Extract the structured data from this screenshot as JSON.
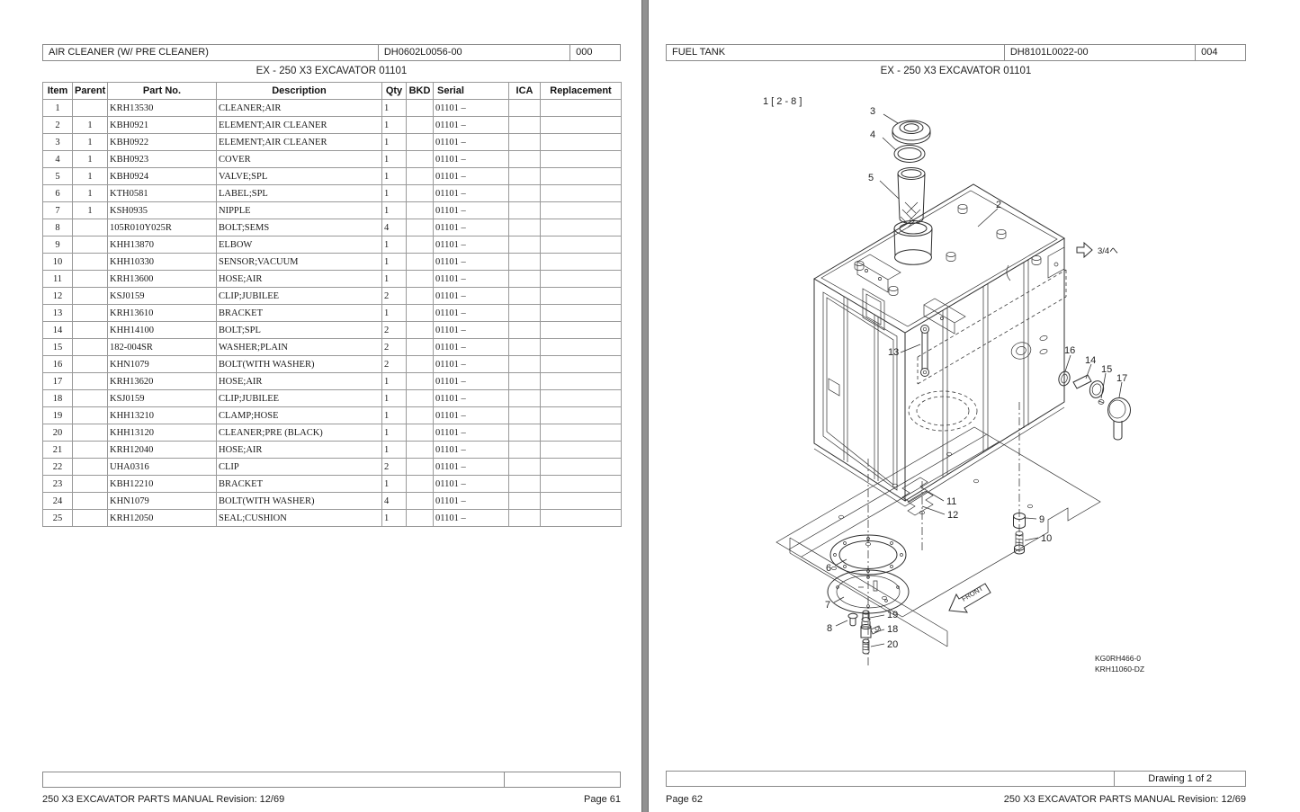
{
  "left_page": {
    "header": {
      "title": "AIR CLEANER (W/ PRE CLEANER)",
      "part_no": "DH0602L0056-00",
      "code": "000"
    },
    "subtitle": "EX - 250 X3 EXCAVATOR 01101",
    "table": {
      "columns": [
        "Item",
        "Parent",
        "Part No.",
        "Description",
        "Qty",
        "BKD",
        "Serial",
        "ICA",
        "Replacement"
      ],
      "rows": [
        [
          "1",
          "",
          "KRH13530",
          "CLEANER;AIR",
          "1",
          "",
          "01101 –",
          "",
          ""
        ],
        [
          "2",
          "1",
          "KBH0921",
          "ELEMENT;AIR CLEANER",
          "1",
          "",
          "01101 –",
          "",
          ""
        ],
        [
          "3",
          "1",
          "KBH0922",
          "ELEMENT;AIR CLEANER",
          "1",
          "",
          "01101 –",
          "",
          ""
        ],
        [
          "4",
          "1",
          "KBH0923",
          "COVER",
          "1",
          "",
          "01101 –",
          "",
          ""
        ],
        [
          "5",
          "1",
          "KBH0924",
          "VALVE;SPL",
          "1",
          "",
          "01101 –",
          "",
          ""
        ],
        [
          "6",
          "1",
          "KTH0581",
          "LABEL;SPL",
          "1",
          "",
          "01101 –",
          "",
          ""
        ],
        [
          "7",
          "1",
          "KSH0935",
          "NIPPLE",
          "1",
          "",
          "01101 –",
          "",
          ""
        ],
        [
          "8",
          "",
          "105R010Y025R",
          "BOLT;SEMS",
          "4",
          "",
          "01101 –",
          "",
          ""
        ],
        [
          "9",
          "",
          "KHH13870",
          "ELBOW",
          "1",
          "",
          "01101 –",
          "",
          ""
        ],
        [
          "10",
          "",
          "KHH10330",
          "SENSOR;VACUUM",
          "1",
          "",
          "01101 –",
          "",
          ""
        ],
        [
          "11",
          "",
          "KRH13600",
          "HOSE;AIR",
          "1",
          "",
          "01101 –",
          "",
          ""
        ],
        [
          "12",
          "",
          "KSJ0159",
          "CLIP;JUBILEE",
          "2",
          "",
          "01101 –",
          "",
          ""
        ],
        [
          "13",
          "",
          "KRH13610",
          "BRACKET",
          "1",
          "",
          "01101 –",
          "",
          ""
        ],
        [
          "14",
          "",
          "KHH14100",
          "BOLT;SPL",
          "2",
          "",
          "01101 –",
          "",
          ""
        ],
        [
          "15",
          "",
          "182-004SR",
          "WASHER;PLAIN",
          "2",
          "",
          "01101 –",
          "",
          ""
        ],
        [
          "16",
          "",
          "KHN1079",
          "BOLT(WITH WASHER)",
          "2",
          "",
          "01101 –",
          "",
          ""
        ],
        [
          "17",
          "",
          "KRH13620",
          "HOSE;AIR",
          "1",
          "",
          "01101 –",
          "",
          ""
        ],
        [
          "18",
          "",
          "KSJ0159",
          "CLIP;JUBILEE",
          "1",
          "",
          "01101 –",
          "",
          ""
        ],
        [
          "19",
          "",
          "KHH13210",
          "CLAMP;HOSE",
          "1",
          "",
          "01101 –",
          "",
          ""
        ],
        [
          "20",
          "",
          "KHH13120",
          "CLEANER;PRE (BLACK)",
          "1",
          "",
          "01101 –",
          "",
          ""
        ],
        [
          "21",
          "",
          "KRH12040",
          "HOSE;AIR",
          "1",
          "",
          "01101 –",
          "",
          ""
        ],
        [
          "22",
          "",
          "UHA0316",
          "CLIP",
          "2",
          "",
          "01101 –",
          "",
          ""
        ],
        [
          "23",
          "",
          "KBH12210",
          "BRACKET",
          "1",
          "",
          "01101 –",
          "",
          ""
        ],
        [
          "24",
          "",
          "KHN1079",
          "BOLT(WITH WASHER)",
          "4",
          "",
          "01101 –",
          "",
          ""
        ],
        [
          "25",
          "",
          "KRH12050",
          "SEAL;CUSHION",
          "1",
          "",
          "01101 –",
          "",
          ""
        ]
      ]
    },
    "footer_box": {
      "left": "",
      "right": ""
    },
    "footer": {
      "left": "250 X3 EXCAVATOR PARTS MANUAL Revision: 12/69",
      "right": "Page 61"
    }
  },
  "right_page": {
    "header": {
      "title": "FUEL TANK",
      "part_no": "DH8101L0022-00",
      "code": "004"
    },
    "subtitle": "EX - 250 X3 EXCAVATOR 01101",
    "diagram": {
      "group_label": "1 [ 2 - 8 ]",
      "view_note": "3/4へ",
      "front_label": "FRONT",
      "code1": "KG0RH466-0",
      "code2": "KRH11060-DZ",
      "callouts": {
        "c2": "2",
        "c3": "3",
        "c4": "4",
        "c5": "5",
        "c6": "6",
        "c7": "7",
        "c8": "8",
        "c9": "9",
        "c10": "10",
        "c11": "11",
        "c12": "12",
        "c13": "13",
        "c14": "14",
        "c15": "15",
        "c16": "16",
        "c17": "17",
        "c18": "18",
        "c19": "19",
        "c20": "20"
      }
    },
    "footer_box": {
      "left": "",
      "right": "Drawing 1 of 2"
    },
    "footer": {
      "left": "Page 62",
      "right": "250 X3 EXCAVATOR PARTS MANUAL Revision: 12/69"
    }
  }
}
